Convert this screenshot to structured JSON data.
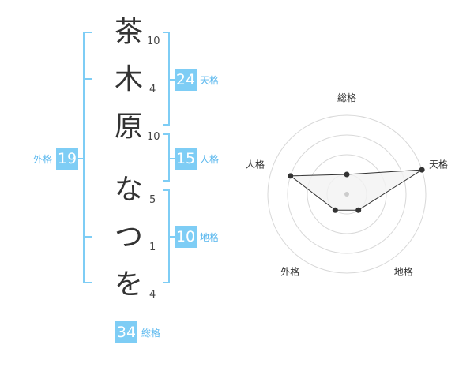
{
  "name_chars": [
    "茶",
    "木",
    "原",
    "な",
    "つ",
    "を"
  ],
  "strokes": [
    "10",
    "4",
    "10",
    "5",
    "1",
    "4"
  ],
  "fortunes": {
    "tenkaku": {
      "value": "24",
      "label": "天格"
    },
    "jinkaku": {
      "value": "15",
      "label": "人格"
    },
    "chikaku": {
      "value": "10",
      "label": "地格"
    },
    "gaikaku": {
      "value": "19",
      "label": "外格"
    },
    "soukaku": {
      "value": "34",
      "label": "総格"
    }
  },
  "chart_data": {
    "type": "radar",
    "axes": [
      "総格",
      "天格",
      "地格",
      "外格",
      "人格"
    ],
    "values": [
      1,
      4,
      1,
      1,
      3
    ],
    "max": 4,
    "rings": 4,
    "colors": {
      "ring": "#d8d8d8",
      "line": "#333333",
      "fill": "#f2f2f2",
      "center": "#cccccc"
    }
  },
  "colors": {
    "bracket": "#7ecdf5",
    "badge": "#7ecdf5",
    "label": "#58b7ee",
    "text": "#333333"
  }
}
